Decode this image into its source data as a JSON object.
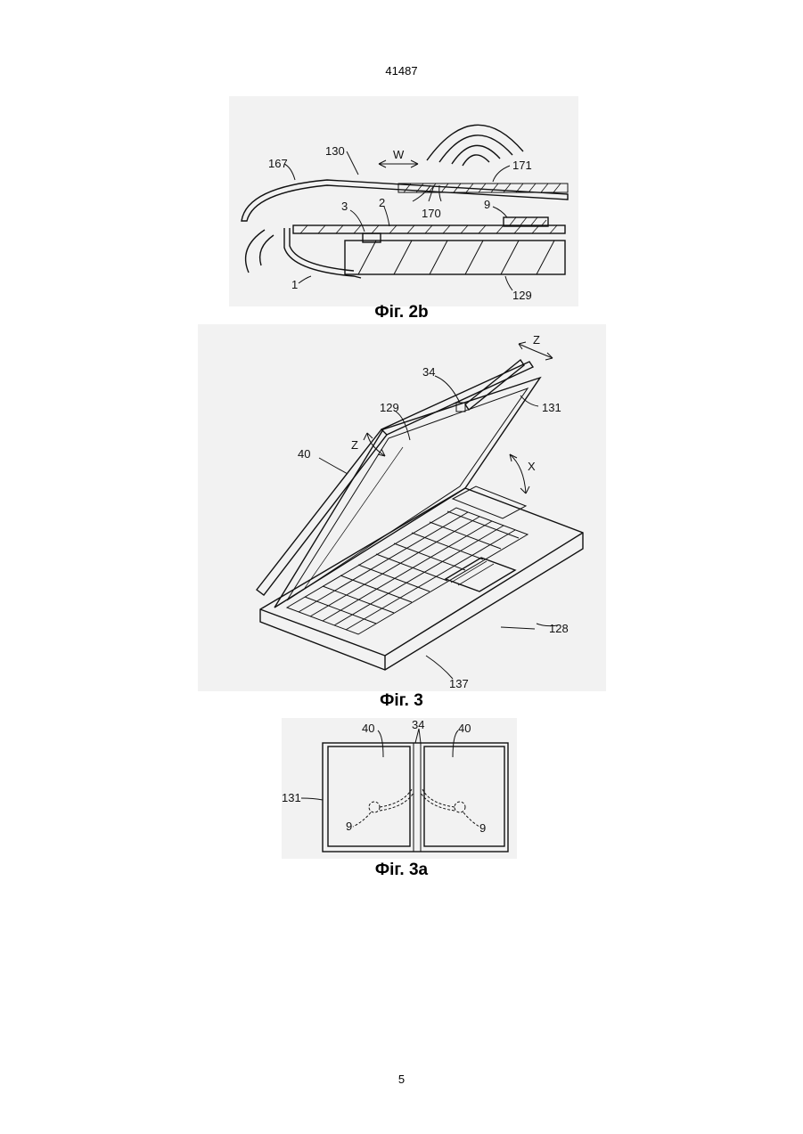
{
  "page": {
    "header_number": "41487",
    "page_number": "5"
  },
  "figures": {
    "fig2b": {
      "caption": "Фіг. 2b",
      "labels": {
        "l167": "167",
        "l130": "130",
        "w": "W",
        "l171": "171",
        "l3": "3",
        "l2": "2",
        "l170": "170",
        "l9": "9",
        "l1": "1",
        "l129": "129"
      }
    },
    "fig3": {
      "caption": "Фіг. 3",
      "labels": {
        "z1": "Z",
        "l34": "34",
        "l131": "131",
        "l129": "129",
        "l40": "40",
        "z2": "Z",
        "x": "X",
        "l128": "128",
        "l137": "137"
      }
    },
    "fig3a": {
      "caption": "Фіг. 3а",
      "labels": {
        "l40a": "40",
        "l34": "34",
        "l40b": "40",
        "l131": "131",
        "l9a": "9",
        "l9b": "9"
      }
    }
  }
}
